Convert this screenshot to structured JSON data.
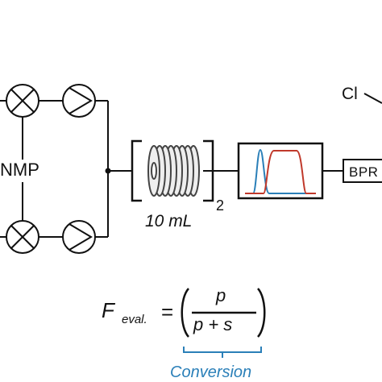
{
  "solvent_label": "NMP",
  "reactor_volume": "10 mL",
  "reactor_multiplier": "2",
  "bpr_label": "BPR",
  "reagent_atom": "Cl",
  "equation": {
    "symbol": "F",
    "subscript": "eval.",
    "equals": "=",
    "numerator": "p",
    "denominator": "p + s",
    "brace_label": "Conversion"
  },
  "colors": {
    "line": "#111111",
    "coil": "#555555",
    "trace_red": "#c0392b",
    "trace_blue": "#2a7fb8",
    "annotation": "#2a7fb8"
  }
}
